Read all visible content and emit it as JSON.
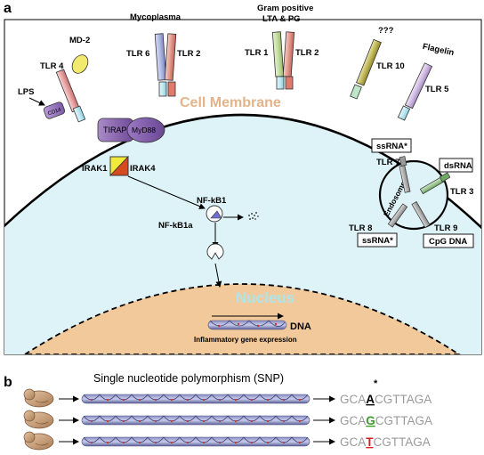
{
  "panel_a": {
    "label": "a",
    "membrane_label": "Cell Membrane",
    "nucleus_label": "Nucleus",
    "ligands": {
      "lps": "LPS",
      "md2": "MD-2",
      "mycoplasma": "Mycoplasma",
      "gram_positive_1": "Gram positive",
      "gram_positive_2": "LTA & PG",
      "unknown": "???",
      "flagelin": "Flagelin"
    },
    "receptors": {
      "tlr4": "TLR 4",
      "tlr6": "TLR 6",
      "tlr2a": "TLR 2",
      "tlr1": "TLR 1",
      "tlr2b": "TLR 2",
      "tlr10": "TLR 10",
      "tlr5": "TLR 5"
    },
    "cd14": "CD14",
    "adaptors": {
      "tirap": "TIRAP",
      "myd88": "MyD88"
    },
    "kinases": {
      "irak1": "IRAK1",
      "irak4": "IRAK4"
    },
    "nfkb": {
      "b1": "NF-kB1",
      "b1a": "NF-kB1a"
    },
    "dna": {
      "label": "DNA",
      "caption": "Inflammatory gene expression"
    },
    "endosome": {
      "label": "Endosome",
      "tlr7": "TLR 7",
      "tlr3": "TLR 3",
      "tlr8": "TLR 8",
      "tlr9": "TLR 9",
      "ssrna_top": "ssRNA*",
      "dsrna": "dsRNA",
      "ssrna_bottom": "ssRNA*",
      "cpg": "CpG DNA"
    }
  },
  "panel_b": {
    "label": "b",
    "title": "Single nucleotide polymorphism (SNP)",
    "rows": [
      {
        "prefix": "GCA",
        "snp": "A",
        "suffix": "CGTTAGA",
        "snp_color": "#000000"
      },
      {
        "prefix": "GCA",
        "snp": "G",
        "suffix": "CGTTAGA",
        "snp_color": "#3a9a2a"
      },
      {
        "prefix": "GCA",
        "snp": "T",
        "suffix": "CGTTAGA",
        "snp_color": "#d42020"
      }
    ],
    "asterisk": "*"
  },
  "colors": {
    "cytoplasm": "#def3f8",
    "nucleus": "#f2c99a",
    "membrane_text": "#e3b48a",
    "nucleus_text": "#aee4ec"
  }
}
